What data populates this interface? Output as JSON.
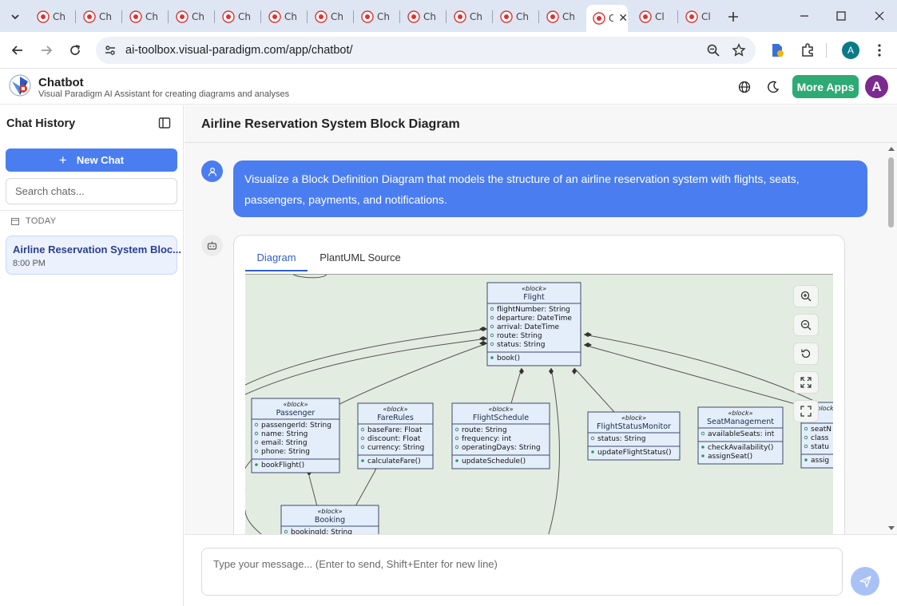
{
  "browser": {
    "tabs": [
      {
        "label": "Ch"
      },
      {
        "label": "Ch"
      },
      {
        "label": "Ch"
      },
      {
        "label": "Ch"
      },
      {
        "label": "Ch"
      },
      {
        "label": "Ch"
      },
      {
        "label": "Ch"
      },
      {
        "label": "Ch"
      },
      {
        "label": "Ch"
      },
      {
        "label": "Ch"
      },
      {
        "label": "Ch"
      },
      {
        "label": "Ch"
      },
      {
        "label": "Cl",
        "active": true
      },
      {
        "label": "Cl"
      },
      {
        "label": "Cl"
      }
    ],
    "url": "ai-toolbox.visual-paradigm.com/app/chatbot/",
    "profile_initial": "A"
  },
  "app": {
    "title": "Chatbot",
    "subtitle": "Visual Paradigm AI Assistant for creating diagrams and analyses",
    "more_apps_label": "More Apps",
    "user_initial": "A",
    "brand_color": "#2eaa74",
    "accent_color": "#4a7df0"
  },
  "sidebar": {
    "title": "Chat History",
    "new_chat_label": "New Chat",
    "search_placeholder": "Search chats...",
    "group_label": "TODAY",
    "chats": [
      {
        "title": "Airline Reservation System Bloc...",
        "time": "8:00 PM"
      }
    ]
  },
  "main": {
    "title": "Airline Reservation System Block Diagram",
    "user_message": "Visualize a Block Definition Diagram that models the structure of an airline reservation system with flights, seats, passengers, payments, and notifications.",
    "response_tabs": [
      "Diagram",
      "PlantUML Source"
    ],
    "composer_placeholder": "Type your message... (Enter to send, Shift+Enter for new line)"
  },
  "diagram": {
    "stereotype": "«block»",
    "blocks": [
      {
        "name": "Flight",
        "attributes": [
          "flightNumber: String",
          "departure: DateTime",
          "arrival: DateTime",
          "route: String",
          "status: String"
        ],
        "operations": [
          "book()"
        ]
      },
      {
        "name": "Passenger",
        "attributes": [
          "passengerId: String",
          "name: String",
          "email: String",
          "phone: String"
        ],
        "operations": [
          "bookFlight()"
        ]
      },
      {
        "name": "FareRules",
        "attributes": [
          "baseFare: Float",
          "discount: Float",
          "currency: String"
        ],
        "operations": [
          "calculateFare()"
        ]
      },
      {
        "name": "FlightSchedule",
        "attributes": [
          "route: String",
          "frequency: int",
          "operatingDays: String"
        ],
        "operations": [
          "updateSchedule()"
        ]
      },
      {
        "name": "FlightStatusMonitor",
        "attributes": [
          "status: String"
        ],
        "operations": [
          "updateFlightStatus()"
        ]
      },
      {
        "name": "SeatManagement",
        "attributes": [
          "availableSeats: int"
        ],
        "operations": [
          "checkAvailability()",
          "assignSeat()"
        ]
      },
      {
        "name": "",
        "attributes": [
          "seatN",
          "class",
          "statu"
        ],
        "operations": [
          "assig"
        ]
      },
      {
        "name": "Booking",
        "attributes": [
          "bookingId: String"
        ],
        "operations": []
      }
    ]
  }
}
